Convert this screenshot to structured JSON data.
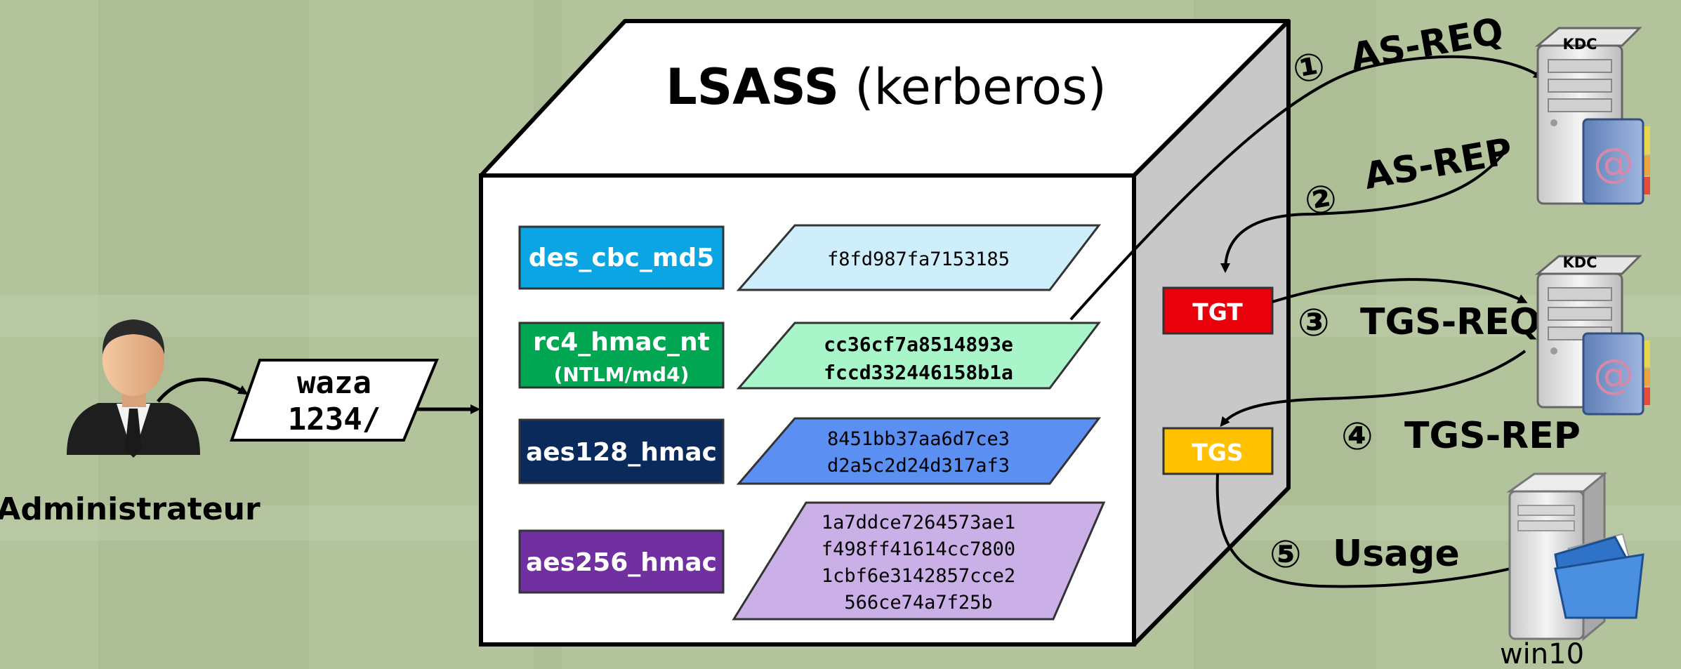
{
  "title": {
    "bold": "LSASS",
    "rest": " (kerberos)"
  },
  "user": {
    "name": "Administrateur",
    "password_line1": "waza",
    "password_line2": "1234/"
  },
  "keys": [
    {
      "type": "des_cbc_md5",
      "sub": "",
      "hash": [
        "f8fd987fa7153185"
      ],
      "label_color": "#0aa5e2",
      "hash_color": "#cfeefb"
    },
    {
      "type": "rc4_hmac_nt",
      "sub": "(NTLM/md4)",
      "hash": [
        "cc36cf7a8514893e",
        "fccd332446158b1a"
      ],
      "label_color": "#00a651",
      "hash_color": "#a8f5c9"
    },
    {
      "type": "aes128_hmac",
      "sub": "",
      "hash": [
        "8451bb37aa6d7ce3",
        "d2a5c2d24d317af3"
      ],
      "label_color": "#0b2a5c",
      "hash_color": "#5b8ff2"
    },
    {
      "type": "aes256_hmac",
      "sub": "",
      "hash": [
        "1a7ddce7264573ae1",
        "f498ff41614cc7800",
        "1cbf6e3142857cce2",
        "566ce74a7f25b"
      ],
      "label_color": "#7030a0",
      "hash_color": "#cbb0e8"
    }
  ],
  "tickets": {
    "tgt": "TGT",
    "tgs": "TGS",
    "tgt_color": "#e8000b",
    "tgs_color": "#ffc000"
  },
  "steps": [
    {
      "num": "①",
      "label": "AS-REQ"
    },
    {
      "num": "②",
      "label": "AS-REP"
    },
    {
      "num": "③",
      "label": "TGS-REQ"
    },
    {
      "num": "④",
      "label": "TGS-REP"
    },
    {
      "num": "⑤",
      "label": "Usage"
    }
  ],
  "servers": {
    "kdc1": "KDC",
    "kdc2": "KDC",
    "target": "win10"
  },
  "icons": [
    "user-avatar-icon",
    "kdc-server-icon",
    "address-book-icon",
    "file-server-icon",
    "folder-icon"
  ]
}
